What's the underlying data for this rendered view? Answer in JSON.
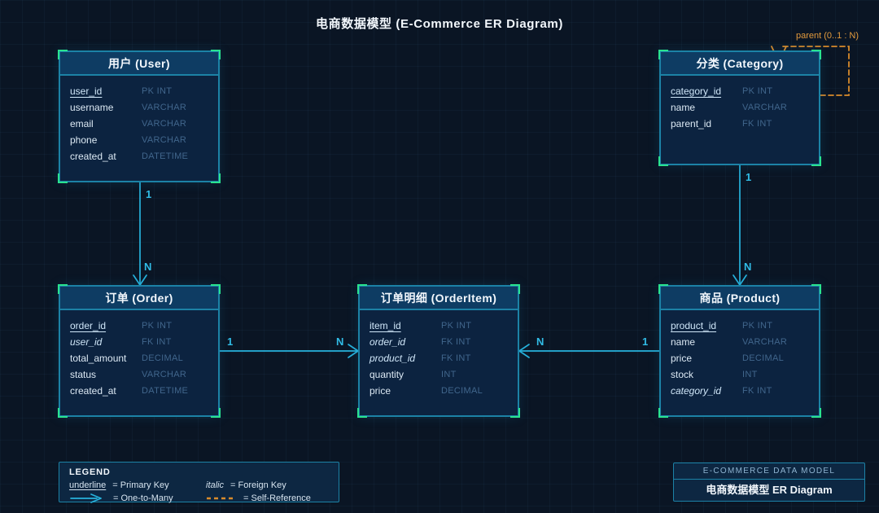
{
  "title": "电商数据模型 (E-Commerce ER Diagram)",
  "entities": {
    "user": {
      "title": "用户 (User)",
      "fields": [
        {
          "name": "user_id",
          "type": "PK INT",
          "key": "PK"
        },
        {
          "name": "username",
          "type": "VARCHAR",
          "key": ""
        },
        {
          "name": "email",
          "type": "VARCHAR",
          "key": ""
        },
        {
          "name": "phone",
          "type": "VARCHAR",
          "key": ""
        },
        {
          "name": "created_at",
          "type": "DATETIME",
          "key": ""
        }
      ]
    },
    "category": {
      "title": "分类 (Category)",
      "fields": [
        {
          "name": "category_id",
          "type": "PK INT",
          "key": "PK"
        },
        {
          "name": "name",
          "type": "VARCHAR",
          "key": ""
        },
        {
          "name": "parent_id",
          "type": "FK INT",
          "key": "FK"
        }
      ]
    },
    "order": {
      "title": "订单 (Order)",
      "fields": [
        {
          "name": "order_id",
          "type": "PK INT",
          "key": "PK"
        },
        {
          "name": "user_id",
          "type": "FK INT",
          "key": "FK"
        },
        {
          "name": "total_amount",
          "type": "DECIMAL",
          "key": ""
        },
        {
          "name": "status",
          "type": "VARCHAR",
          "key": ""
        },
        {
          "name": "created_at",
          "type": "DATETIME",
          "key": ""
        }
      ]
    },
    "order_item": {
      "title": "订单明细 (OrderItem)",
      "fields": [
        {
          "name": "item_id",
          "type": "PK INT",
          "key": "PK"
        },
        {
          "name": "order_id",
          "type": "FK INT",
          "key": "FK"
        },
        {
          "name": "product_id",
          "type": "FK INT",
          "key": "FK"
        },
        {
          "name": "quantity",
          "type": "INT",
          "key": ""
        },
        {
          "name": "price",
          "type": "DECIMAL",
          "key": ""
        }
      ]
    },
    "product": {
      "title": "商品 (Product)",
      "fields": [
        {
          "name": "product_id",
          "type": "PK INT",
          "key": "PK"
        },
        {
          "name": "name",
          "type": "VARCHAR",
          "key": ""
        },
        {
          "name": "price",
          "type": "DECIMAL",
          "key": ""
        },
        {
          "name": "stock",
          "type": "INT",
          "key": ""
        },
        {
          "name": "category_id",
          "type": "FK INT",
          "key": "FK"
        }
      ]
    }
  },
  "connections": {
    "user_order": {
      "one": "1",
      "many": "N"
    },
    "order_orderitem": {
      "one": "1",
      "many": "N"
    },
    "product_orderitem": {
      "one": "1",
      "many": "N"
    },
    "category_product": {
      "one": "1",
      "many": "N"
    },
    "category_self": {
      "label": "parent (0..1 : N)"
    }
  },
  "legend": {
    "title": "LEGEND",
    "underline_sample": "underline",
    "underline_desc": "= Primary Key",
    "italic_sample": "italic",
    "italic_desc": "= Foreign Key",
    "arrow_desc": "= One-to-Many",
    "dash_desc": "= Self-Reference"
  },
  "footer": {
    "caption": "E-COMMERCE DATA MODEL",
    "title": "电商数据模型 ER Diagram"
  },
  "colors": {
    "background": "#0a1524",
    "panel": "#0c2340",
    "header": "#0e3c63",
    "border_cyan": "#1c82a6",
    "corner_green": "#2ae38f",
    "relation_cyan": "#27b2dc",
    "selfref_orange": "#d98b2b"
  }
}
